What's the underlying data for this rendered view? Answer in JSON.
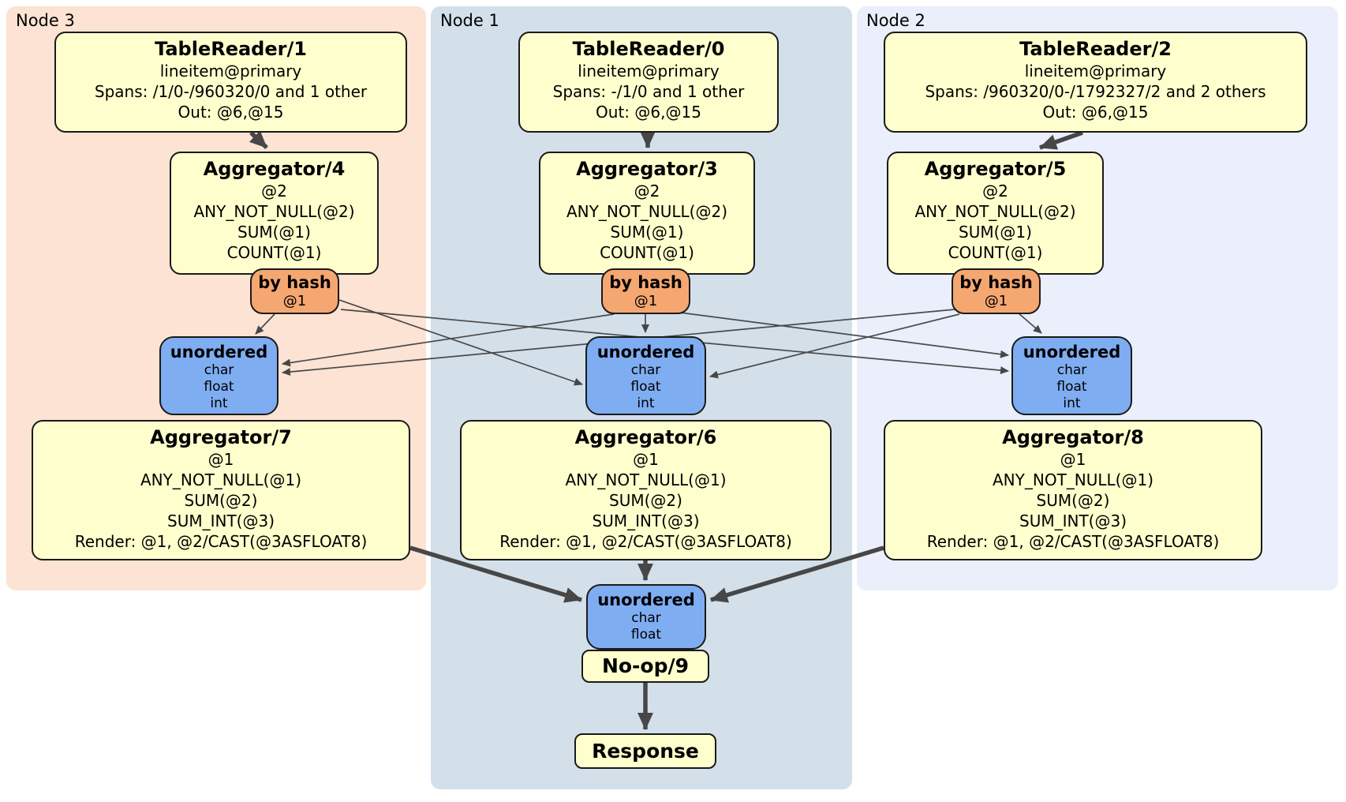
{
  "panels": {
    "node3": {
      "label": "Node 3"
    },
    "node1": {
      "label": "Node 1"
    },
    "node2": {
      "label": "Node 2"
    }
  },
  "processors": {
    "tr1": {
      "title": "TableReader/1",
      "lines": [
        "lineitem@primary",
        "Spans: /1/0-/960320/0 and 1 other",
        "Out: @6,@15"
      ]
    },
    "tr0": {
      "title": "TableReader/0",
      "lines": [
        "lineitem@primary",
        "Spans: -/1/0 and 1 other",
        "Out: @6,@15"
      ]
    },
    "tr2": {
      "title": "TableReader/2",
      "lines": [
        "lineitem@primary",
        "Spans: /960320/0-/1792327/2 and 2 others",
        "Out: @6,@15"
      ]
    },
    "agg4": {
      "title": "Aggregator/4",
      "lines": [
        "@2",
        "ANY_NOT_NULL(@2)",
        "SUM(@1)",
        "COUNT(@1)"
      ]
    },
    "agg3": {
      "title": "Aggregator/3",
      "lines": [
        "@2",
        "ANY_NOT_NULL(@2)",
        "SUM(@1)",
        "COUNT(@1)"
      ]
    },
    "agg5": {
      "title": "Aggregator/5",
      "lines": [
        "@2",
        "ANY_NOT_NULL(@2)",
        "SUM(@1)",
        "COUNT(@1)"
      ]
    },
    "agg7": {
      "title": "Aggregator/7",
      "lines": [
        "@1",
        "ANY_NOT_NULL(@1)",
        "SUM(@2)",
        "SUM_INT(@3)",
        "Render: @1, @2/CAST(@3ASFLOAT8)"
      ]
    },
    "agg6": {
      "title": "Aggregator/6",
      "lines": [
        "@1",
        "ANY_NOT_NULL(@1)",
        "SUM(@2)",
        "SUM_INT(@3)",
        "Render: @1, @2/CAST(@3ASFLOAT8)"
      ]
    },
    "agg8": {
      "title": "Aggregator/8",
      "lines": [
        "@1",
        "ANY_NOT_NULL(@1)",
        "SUM(@2)",
        "SUM_INT(@3)",
        "Render: @1, @2/CAST(@3ASFLOAT8)"
      ]
    },
    "noop": {
      "title": "No-op/9"
    },
    "response": {
      "title": "Response"
    }
  },
  "routers": {
    "hash3": {
      "label": "by hash",
      "detail": "@1"
    },
    "hash1": {
      "label": "by hash",
      "detail": "@1"
    },
    "hash2": {
      "label": "by hash",
      "detail": "@1"
    }
  },
  "syncs": {
    "sync3": {
      "label": "unordered",
      "types": [
        "char",
        "float",
        "int"
      ]
    },
    "sync1": {
      "label": "unordered",
      "types": [
        "char",
        "float",
        "int"
      ]
    },
    "sync2": {
      "label": "unordered",
      "types": [
        "char",
        "float",
        "int"
      ]
    },
    "final": {
      "label": "unordered",
      "types": [
        "char",
        "float"
      ]
    }
  },
  "colors": {
    "node3_panel": "#fce3d3",
    "node1_panel": "#d3e0ea",
    "node2_panel": "#eaeffb",
    "processor_fill": "#ffffcd",
    "router_fill": "#f5a771",
    "sync_fill": "#7fadf2",
    "edge": "#474747"
  }
}
